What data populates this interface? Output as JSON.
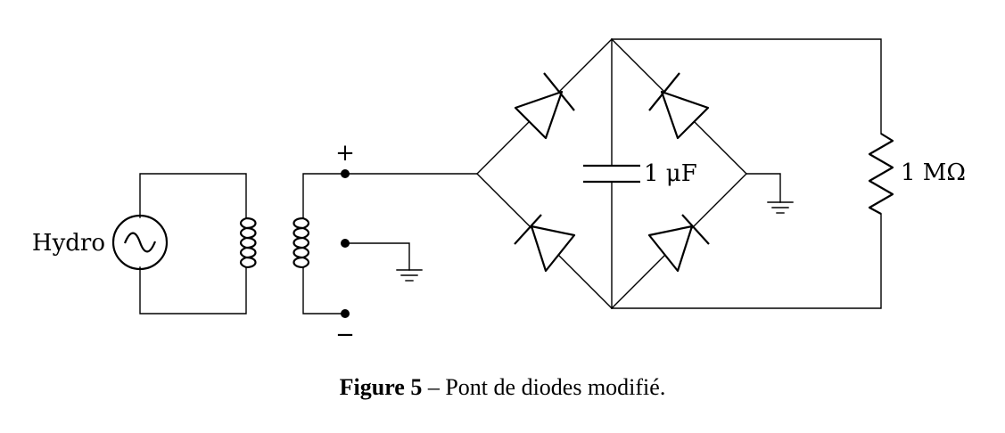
{
  "diagram": {
    "source_label": "Hydro",
    "plus_sign": "+",
    "minus_sign": "−",
    "capacitor_label": "1 μF",
    "resistor_label": "1 MΩ"
  },
  "caption": {
    "figure_label": "Figure 5",
    "separator": "–",
    "text": "Pont de diodes modifié."
  }
}
